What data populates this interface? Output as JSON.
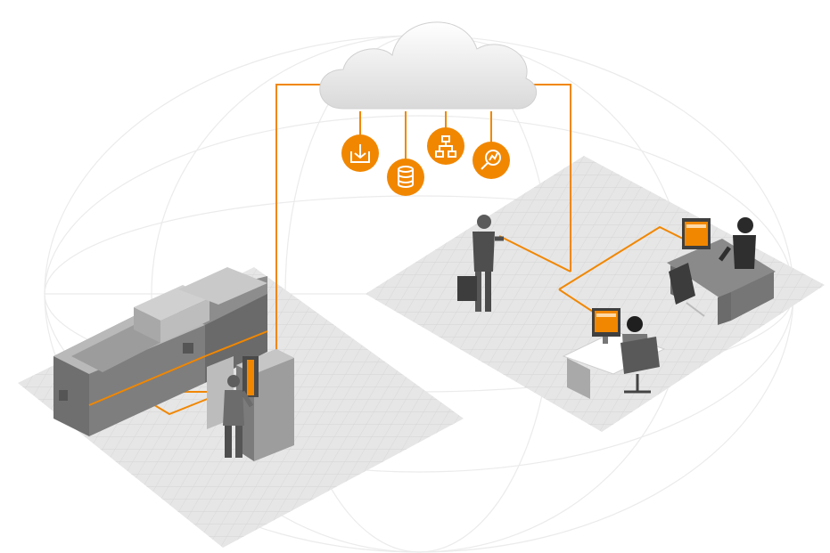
{
  "colors": {
    "accent": "#f18700",
    "floor": "#e6e6e6",
    "grid": "#cfcfcf",
    "machine_dark": "#6f6f6f",
    "machine_mid": "#9a9a9a",
    "machine_light": "#c8c8c8",
    "cloud": "#efefef",
    "globe": "#ececec"
  },
  "cloud_services": [
    {
      "icon": "inbox-download-icon"
    },
    {
      "icon": "database-icon"
    },
    {
      "icon": "network-hierarchy-icon"
    },
    {
      "icon": "analytics-search-icon"
    }
  ],
  "scenes": {
    "factory": {
      "label": "",
      "elements": [
        "production-machine",
        "control-cabinet",
        "operator-technician"
      ]
    },
    "office": {
      "label": "",
      "elements": [
        "visitor-with-briefcase",
        "workstation-desk",
        "manager-desk"
      ]
    }
  }
}
